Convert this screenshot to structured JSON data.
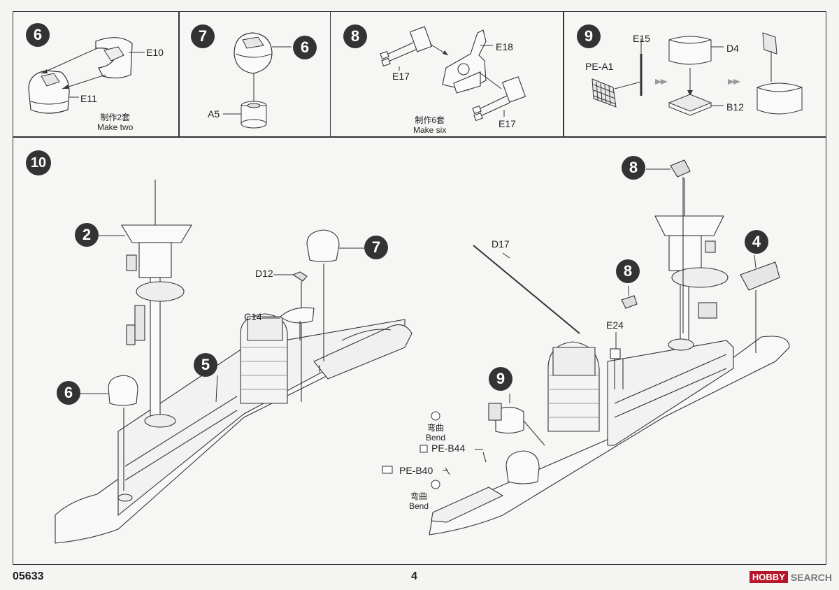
{
  "panels": {
    "p6": {
      "step": "6",
      "parts": [
        "E10",
        "E11"
      ],
      "note_cn": "制作2套",
      "note_en": "Make two"
    },
    "p7": {
      "step": "7",
      "ref": "6",
      "parts": [
        "A5"
      ]
    },
    "p8": {
      "step": "8",
      "parts": [
        "E18",
        "E17",
        "E17"
      ],
      "note_cn": "制作6套",
      "note_en": "Make six"
    },
    "p9": {
      "step": "9",
      "parts": [
        "PE-A1",
        "E15",
        "D4",
        "B12"
      ]
    },
    "p10": {
      "step": "10",
      "refs": {
        "a": "2",
        "b": "5",
        "c": "6",
        "d": "7",
        "e": "8",
        "f": "8",
        "g": "9",
        "h": "4"
      },
      "parts": [
        "D12",
        "C14",
        "D17",
        "E24",
        "PE-B44",
        "PE-B40"
      ],
      "bend_cn": "弯曲",
      "bend_en": "Bend"
    }
  },
  "footer": {
    "code": "05633",
    "page": "4"
  },
  "watermark": {
    "brand": "HOBBY",
    "text": "SEARCH"
  }
}
